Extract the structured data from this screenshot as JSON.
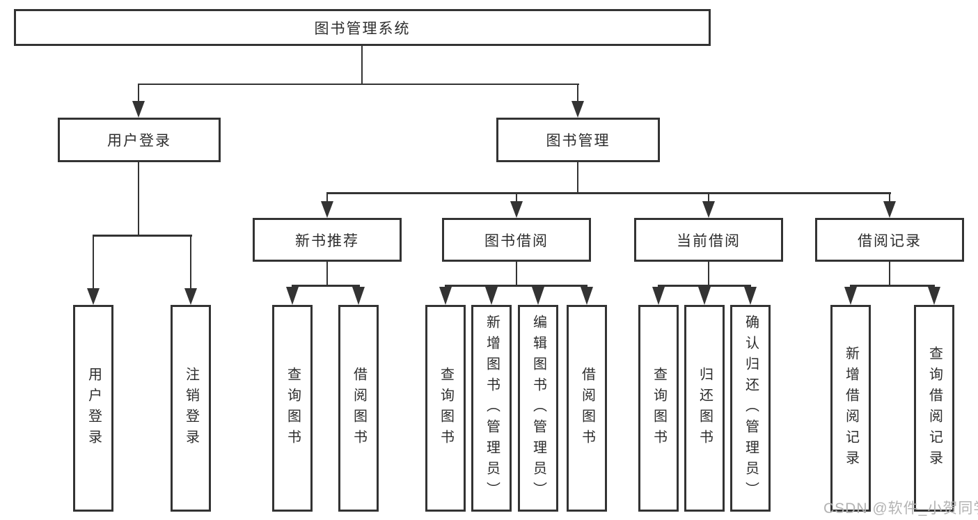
{
  "title": "图书管理系统",
  "colors": {
    "line": "#333333",
    "text": "#2d2d2d",
    "background": "#ffffff",
    "watermark": "#b3b3b3"
  },
  "tree": {
    "root": {
      "label": "图书管理系统"
    },
    "branches": [
      {
        "label": "用户登录",
        "children": [
          {
            "label": "用户登录"
          },
          {
            "label": "注销登录"
          }
        ]
      },
      {
        "label": "图书管理",
        "children": [
          {
            "label": "新书推荐",
            "children": [
              {
                "label": "查询图书"
              },
              {
                "label": "借阅图书"
              }
            ]
          },
          {
            "label": "图书借阅",
            "children": [
              {
                "label": "查询图书"
              },
              {
                "label": "新增图书（管理员）"
              },
              {
                "label": "编辑图书（管理员）"
              },
              {
                "label": "借阅图书"
              }
            ]
          },
          {
            "label": "当前借阅",
            "children": [
              {
                "label": "查询图书"
              },
              {
                "label": "归还图书"
              },
              {
                "label": "确认归还（管理员）"
              }
            ]
          },
          {
            "label": "借阅记录",
            "children": [
              {
                "label": "新增借阅记录"
              },
              {
                "label": "查询借阅记录"
              }
            ]
          }
        ]
      }
    ]
  },
  "watermark": {
    "label": "CSDN @软件_小贺同学"
  }
}
